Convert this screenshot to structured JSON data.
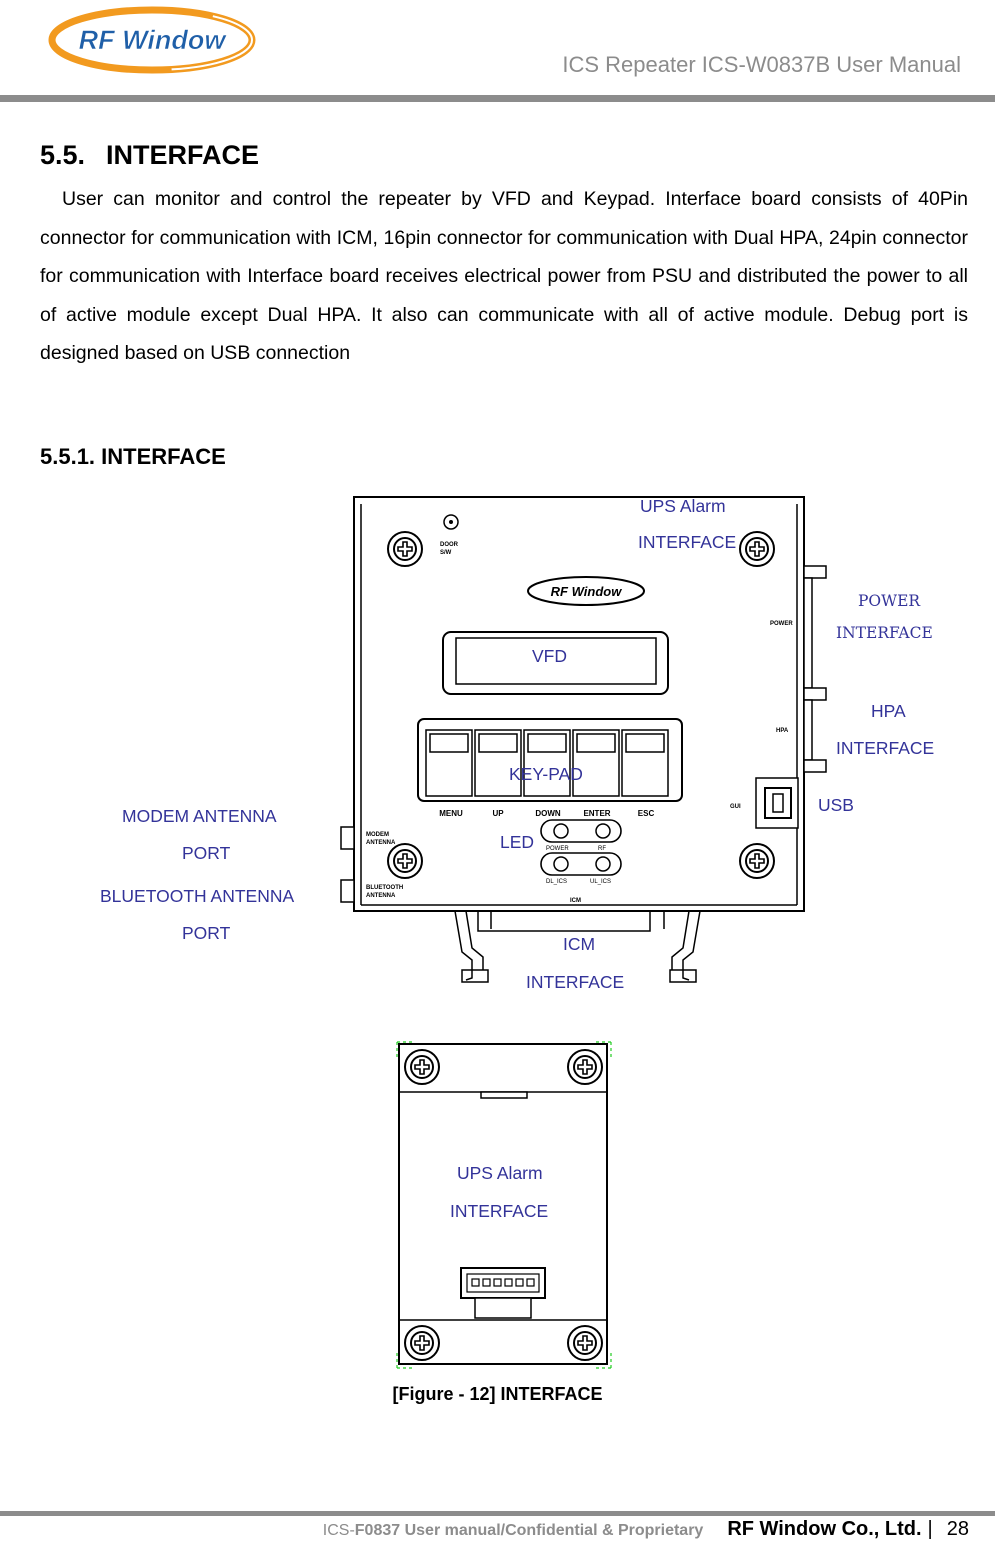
{
  "header": {
    "logo_text": "RF Window",
    "title": "ICS Repeater ICS-W0837B User Manual"
  },
  "section": {
    "number": "5.5.",
    "title": "INTERFACE",
    "body": "User can monitor and control the repeater by VFD and Keypad. Interface board consists of 40Pin connector for communication with ICM, 16pin connector for communication with Dual HPA, 24pin connector for communication with Interface board receives electrical power from PSU and distributed the power to all of active module except Dual HPA. It also can communicate with all of active module. Debug port is designed based on USB connection"
  },
  "subsection": {
    "title": "5.5.1. INTERFACE"
  },
  "figure": {
    "labels": {
      "ups_top_1": "UPS Alarm",
      "ups_top_2": "INTERFACE",
      "power_1": "POWER",
      "power_2": "INTERFACE",
      "vfd": "VFD",
      "hpa_1": "HPA",
      "hpa_2": "INTERFACE",
      "keypad": "KEY-PAD",
      "usb": "USB",
      "modem_1": "MODEM ANTENNA",
      "modem_2": "PORT",
      "led": "LED",
      "bt_1": "BLUETOOTH ANTENNA",
      "bt_2": "PORT",
      "icm_1": "ICM",
      "icm_2": "INTERFACE",
      "ups_bottom_1": "UPS Alarm",
      "ups_bottom_2": "INTERFACE"
    },
    "board_text": {
      "door": "DOOR",
      "door_sw": "S/W",
      "logo": "RF Window",
      "key_menu": "MENU",
      "key_up": "UP",
      "key_down": "DOWN",
      "key_enter": "ENTER",
      "key_esc": "ESC",
      "led_power": "POWER",
      "led_rf": "RF",
      "led_dl": "DL_ICS",
      "led_ul": "UL_ICS",
      "icm": "ICM",
      "power": "POWER",
      "hpa": "HPA",
      "gui": "GUI",
      "modem": "MODEM",
      "antenna": "ANTENNA",
      "bluetooth": "BLUETOOTH",
      "antenna2": "ANTENNA"
    },
    "caption": "[Figure - 12] INTERFACE"
  },
  "footer": {
    "doc_prefix": "ICS-",
    "doc_rest": "F0837 User manual/Confidential & Proprietary",
    "company": "RF Window Co., Ltd.",
    "separator": "|",
    "page": "28"
  },
  "colors": {
    "label": "#333399",
    "rule": "#8c8c8c",
    "logo_orange": "#f29a1f",
    "logo_blue": "#1f5fa8"
  }
}
